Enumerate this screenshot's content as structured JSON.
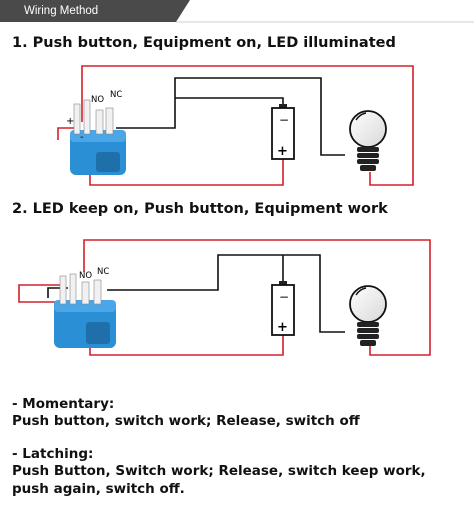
{
  "header": {
    "title": "Wiring Method",
    "bar_color": "#4a4a4a"
  },
  "steps": [
    {
      "title": "1. Push button, Equipment on, LED illuminated"
    },
    {
      "title": "2. LED keep on, Push button, Equipment work"
    }
  ],
  "switch_labels": {
    "no": "NO",
    "nc": "NC",
    "plus": "+",
    "minus": "-"
  },
  "battery_labels": {
    "minus": "−",
    "plus": "+"
  },
  "notes": {
    "momentary_heading": "- Momentary:",
    "momentary_text": "Push button, switch work; Release, switch off",
    "latching_heading": "- Latching:",
    "latching_line1": "Push Button, Switch work; Release, switch keep work,",
    "latching_line2": "push again, switch off."
  },
  "colors": {
    "wire_red": "#d4202a",
    "wire_black": "#111111",
    "switch_blue": "#2b8fd6"
  }
}
